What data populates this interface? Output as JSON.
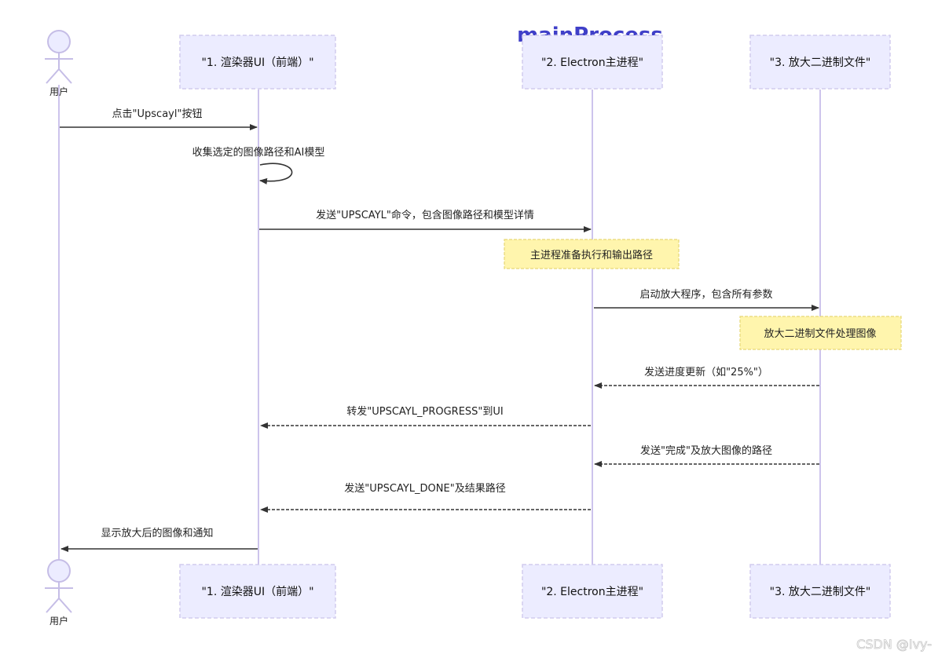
{
  "title": "mainProcess",
  "watermark": "CSDN @Ivy-",
  "actor": {
    "label": "用户"
  },
  "participants": [
    {
      "id": "renderer",
      "label": "\"1. 渲染器UI（前端）\""
    },
    {
      "id": "electron",
      "label": "\"2. Electron主进程\""
    },
    {
      "id": "binary",
      "label": "\"3. 放大二进制文件\""
    }
  ],
  "messages": [
    {
      "from": "user",
      "to": "renderer",
      "label": "点击\"Upscayl\"按钮",
      "style": "solid"
    },
    {
      "from": "renderer",
      "to": "renderer",
      "label": "收集选定的图像路径和AI模型",
      "style": "solid"
    },
    {
      "from": "renderer",
      "to": "electron",
      "label": "发送\"UPSCAYL\"命令，包含图像路径和模型详情",
      "style": "solid"
    },
    {
      "from": "electron",
      "to": "binary",
      "label": "启动放大程序，包含所有参数",
      "style": "solid"
    },
    {
      "from": "binary",
      "to": "electron",
      "label": "发送进度更新（如\"25%\"）",
      "style": "dashed"
    },
    {
      "from": "electron",
      "to": "renderer",
      "label": "转发\"UPSCAYL_PROGRESS\"到UI",
      "style": "dashed"
    },
    {
      "from": "binary",
      "to": "electron",
      "label": "发送\"完成\"及放大图像的路径",
      "style": "dashed"
    },
    {
      "from": "electron",
      "to": "renderer",
      "label": "发送\"UPSCAYL_DONE\"及结果路径",
      "style": "dashed"
    },
    {
      "from": "renderer",
      "to": "user",
      "label": "显示放大后的图像和通知",
      "style": "solid"
    }
  ],
  "notes": [
    {
      "over": "electron",
      "text": "主进程准备执行和输出路径"
    },
    {
      "over": "binary",
      "text": "放大二进制文件处理图像"
    }
  ]
}
